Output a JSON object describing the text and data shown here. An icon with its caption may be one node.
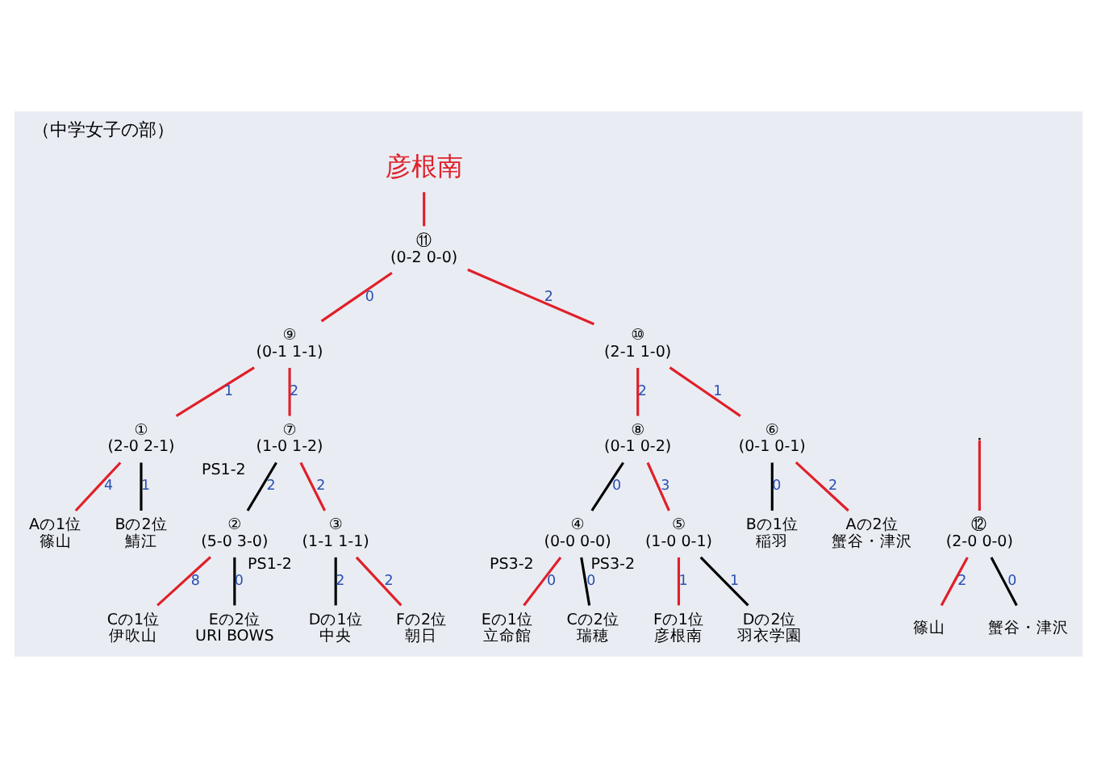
{
  "diagram": {
    "title": "（中学女子の部）",
    "nodes": [
      {
        "text": [
          "彦根南"
        ]
      },
      {
        "text": [
          "⑫",
          "(2-0 0-0)"
        ]
      },
      {
        "text": [
          "篠山"
        ]
      },
      {
        "text": [
          "蟹谷・津沢"
        ]
      },
      {
        "text": [
          "⑪",
          "(0-2 0-0)"
        ]
      },
      {
        "text": [
          "⑨",
          "(0-1 1-1)"
        ]
      },
      {
        "text": [
          "⑩",
          "(2-1 1-0)"
        ]
      },
      {
        "text": [
          "⑦",
          "(1-0 1-2)"
        ],
        "beside": [
          "PS1-2"
        ]
      },
      {
        "text": [
          "⑧",
          "(0-1 0-2)"
        ]
      },
      {
        "text": [
          "①",
          "(2-0 2-1)"
        ]
      },
      {
        "text": [
          "②",
          "(5-0 3-0)"
        ]
      },
      {
        "text": [
          "③",
          "(1-1 1-1)"
        ],
        "beside": [
          "PS1-2"
        ]
      },
      {
        "text": [
          "④",
          "(0-0 0-0)"
        ],
        "beside": [
          "PS3-2"
        ]
      },
      {
        "text": [
          "⑤",
          "(1-0 0-1)"
        ],
        "beside": [
          "PS3-2"
        ]
      },
      {
        "text": [
          "⑥",
          "(0-1 0-1)"
        ]
      },
      {
        "text": [
          "Aの1位",
          "篠山"
        ]
      },
      {
        "text": [
          "Bの2位",
          "鯖江"
        ]
      },
      {
        "text": [
          "Cの1位",
          "伊吹山"
        ]
      },
      {
        "text": [
          "Eの2位",
          "URI BOWS"
        ]
      },
      {
        "text": [
          "Dの1位",
          "中央"
        ]
      },
      {
        "text": [
          "Fの2位",
          "朝日"
        ]
      },
      {
        "text": [
          "Eの1位",
          "立命館"
        ]
      },
      {
        "text": [
          "Cの2位",
          "瑞穂"
        ]
      },
      {
        "text": [
          "Fの1位",
          "彦根南"
        ]
      },
      {
        "text": [
          "Dの2位",
          "羽衣学園"
        ]
      },
      {
        "text": [
          "Bの1位",
          "稲羽"
        ]
      },
      {
        "text": [
          "Aの2位",
          "蟹谷・津沢"
        ]
      }
    ],
    "edges": [
      {
        "from": 1,
        "to": null,
        "arrow": "none",
        "color": "#e0202a"
      },
      {
        "from": 2,
        "to": 1,
        "arrow": "none",
        "label": "2",
        "color": "#e0202a"
      },
      {
        "from": 3,
        "to": 1,
        "arrow": "none",
        "label": "0",
        "color": "#000000"
      },
      {
        "from": 4,
        "to": 0,
        "arrow": "none",
        "color": "#e0202a"
      },
      {
        "from": 5,
        "to": 4,
        "arrow": "none",
        "label": "0",
        "color": "#e0202a"
      },
      {
        "from": 6,
        "to": 4,
        "arrow": "none",
        "label": "2",
        "color": "#e0202a"
      },
      {
        "from": 9,
        "to": 5,
        "arrow": "none",
        "label": "1",
        "color": "#e0202a"
      },
      {
        "from": 7,
        "to": 5,
        "arrow": "none",
        "label": "2",
        "color": "#e0202a"
      },
      {
        "from": 10,
        "to": 7,
        "arrow": "none",
        "label": "2",
        "color": "#000000"
      },
      {
        "from": 11,
        "to": 7,
        "arrow": "none",
        "label": "2",
        "color": "#e0202a"
      },
      {
        "from": 8,
        "to": 6,
        "arrow": "none",
        "label": "2",
        "color": "#e0202a"
      },
      {
        "from": 14,
        "to": 6,
        "arrow": "none",
        "label": "1",
        "color": "#e0202a"
      },
      {
        "from": 12,
        "to": 8,
        "arrow": "none",
        "label": "0",
        "color": "#000000"
      },
      {
        "from": 13,
        "to": 8,
        "arrow": "none",
        "label": "3",
        "color": "#e0202a"
      },
      {
        "from": 15,
        "to": 9,
        "arrow": "none",
        "label": "4",
        "color": "#e0202a"
      },
      {
        "from": 16,
        "to": 9,
        "arrow": "none",
        "label": "1",
        "color": "#000000"
      },
      {
        "from": 17,
        "to": 10,
        "arrow": "none",
        "label": "8",
        "color": "#e0202a"
      },
      {
        "from": 18,
        "to": 10,
        "arrow": "none",
        "label": "0",
        "color": "#000000"
      },
      {
        "from": 19,
        "to": 11,
        "arrow": "none",
        "label": "2",
        "color": "#000000"
      },
      {
        "from": 20,
        "to": 11,
        "arrow": "none",
        "label": "2",
        "color": "#e0202a"
      },
      {
        "from": 21,
        "to": 12,
        "arrow": "none",
        "label": "0",
        "color": "#e0202a"
      },
      {
        "from": 22,
        "to": 12,
        "arrow": "none",
        "label": "0",
        "color": "#000000"
      },
      {
        "from": 23,
        "to": 13,
        "arrow": "none",
        "label": "1",
        "color": "#e0202a"
      },
      {
        "from": 24,
        "to": 13,
        "arrow": "none",
        "label": "1",
        "color": "#000000"
      },
      {
        "from": 25,
        "to": 14,
        "arrow": "none",
        "label": "0",
        "color": "#000000"
      },
      {
        "from": 26,
        "to": 14,
        "arrow": "none",
        "label": "2",
        "color": "#e0202a"
      }
    ]
  }
}
